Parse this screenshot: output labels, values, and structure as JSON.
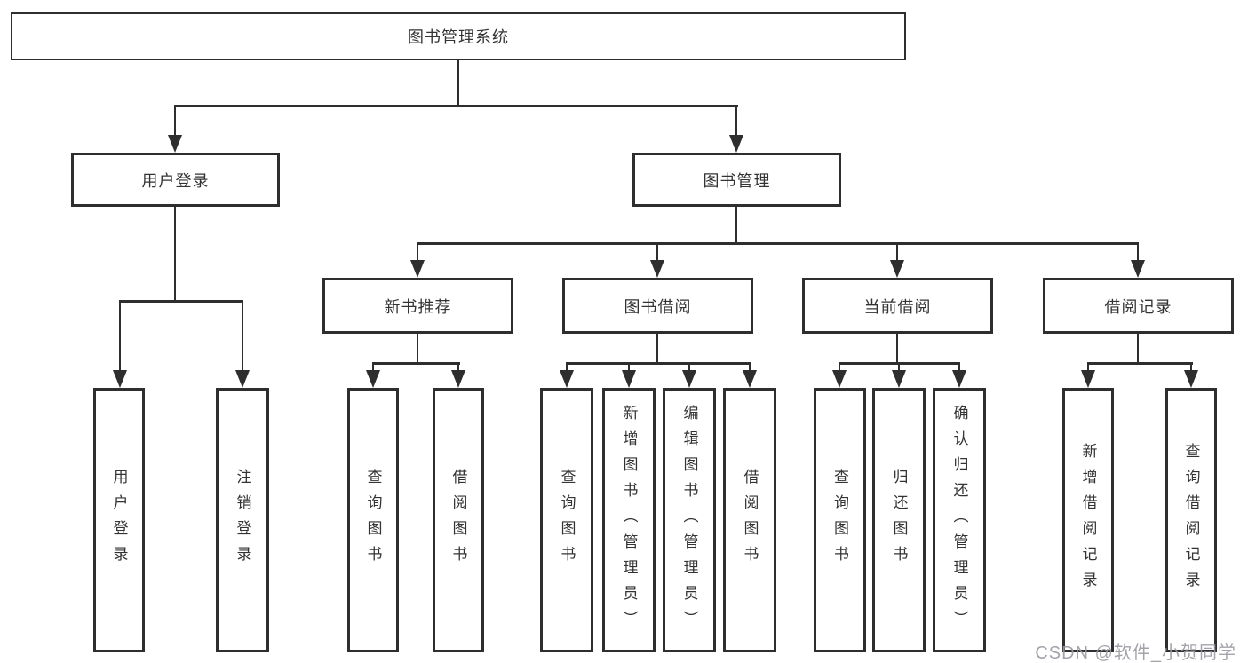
{
  "diagram": {
    "root": "图书管理系统",
    "groups": [
      {
        "label": "用户登录",
        "leaves": [
          "用户登录",
          "注销登录"
        ]
      },
      {
        "label": "图书管理",
        "sections": [
          {
            "label": "新书推荐",
            "leaves": [
              "查询图书",
              "借阅图书"
            ]
          },
          {
            "label": "图书借阅",
            "leaves": [
              "查询图书",
              "新增图书（管理员）",
              "编辑图书（管理员）",
              "借阅图书"
            ]
          },
          {
            "label": "当前借阅",
            "leaves": [
              "查询图书",
              "归还图书",
              "确认归还（管理员）"
            ]
          },
          {
            "label": "借阅记录",
            "leaves": [
              "新增借阅记录",
              "查询借阅记录"
            ]
          }
        ]
      }
    ]
  },
  "watermark": "CSDN @软件_小贺同学",
  "colors": {
    "line": "#2e2e2e",
    "box_border": "#2e2e2e",
    "text": "#333333",
    "watermark": "#9a9aa2",
    "background": "#ffffff"
  }
}
